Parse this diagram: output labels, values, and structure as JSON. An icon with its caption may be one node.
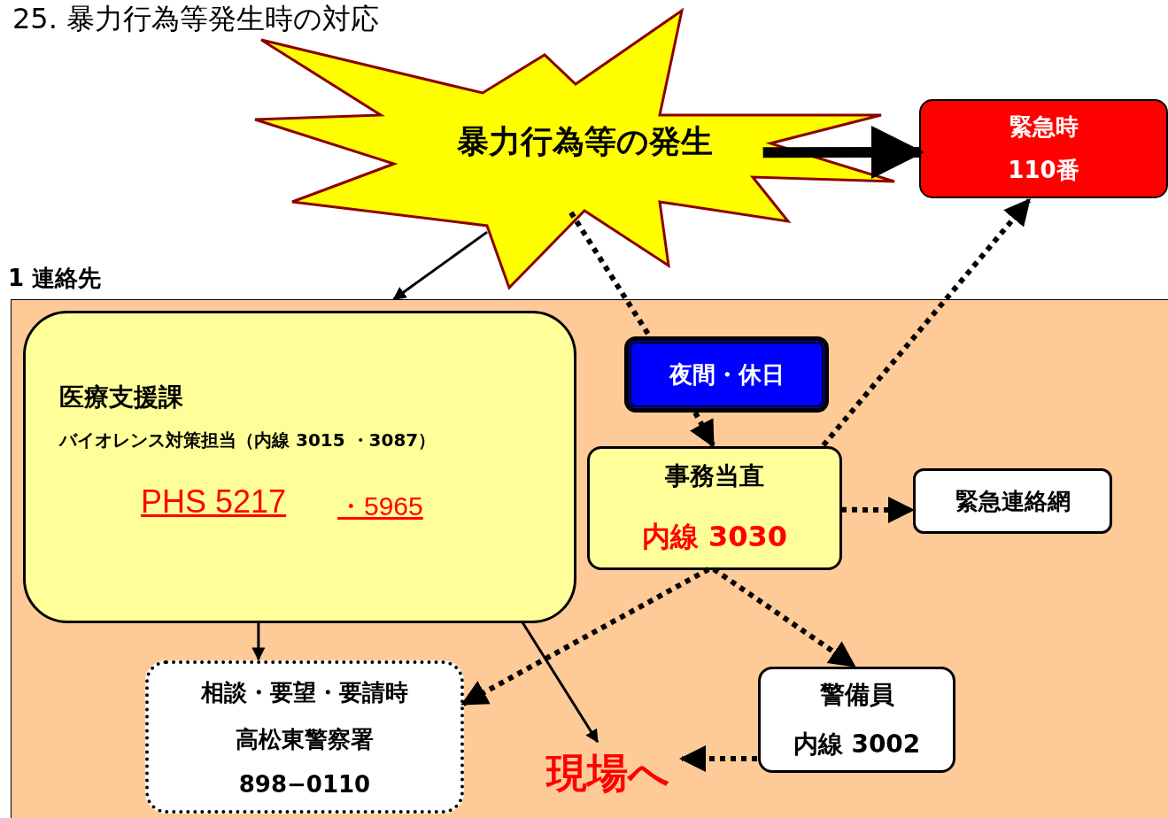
{
  "diagram": {
    "title": "25. 暴力行為等発生時の対応",
    "nodes": [
      {
        "text": [
          "暴力行為等の発生"
        ]
      },
      {
        "text": [
          "緊急時",
          "110番"
        ]
      },
      {
        "text": [
          "1 連絡先"
        ]
      },
      {
        "text": [
          "医療支援課",
          "バイオレンス対策担当（内線 3015 ・3087）",
          "PHS 5217",
          "・5965"
        ],
        "in": 2
      },
      {
        "text": [
          "夜間・休日"
        ],
        "in": 2
      },
      {
        "text": [
          "事務当直",
          "内線 3030"
        ],
        "in": 2
      },
      {
        "text": [
          "緊急連絡網"
        ],
        "in": 2
      },
      {
        "text": [
          "相談・要望・要請時",
          "高松東警察署",
          "898−0110"
        ],
        "in": 2
      },
      {
        "text": [
          "現場へ"
        ],
        "in": 2
      },
      {
        "text": [
          "警備員",
          "内線 3002"
        ],
        "in": 2
      }
    ],
    "edges": [
      {
        "from": 0,
        "to": 1,
        "arrow": "to",
        "style": "thick"
      },
      {
        "from": 0,
        "to": 2,
        "arrow": "to"
      },
      {
        "from": 0,
        "to": 4,
        "arrow": "none",
        "style": "dashed"
      },
      {
        "from": 4,
        "to": 5,
        "arrow": "to",
        "style": "dashed"
      },
      {
        "from": 5,
        "to": 1,
        "arrow": "to",
        "style": "dashed"
      },
      {
        "from": 5,
        "to": 6,
        "arrow": "to",
        "style": "dashed"
      },
      {
        "from": 5,
        "to": 7,
        "arrow": "to",
        "style": "dashed"
      },
      {
        "from": 5,
        "to": 9,
        "arrow": "to",
        "style": "dashed"
      },
      {
        "from": 3,
        "to": 7,
        "arrow": "to"
      },
      {
        "from": 3,
        "to": 8,
        "arrow": "to"
      },
      {
        "from": 9,
        "to": 8,
        "arrow": "to",
        "style": "dashed"
      }
    ]
  }
}
